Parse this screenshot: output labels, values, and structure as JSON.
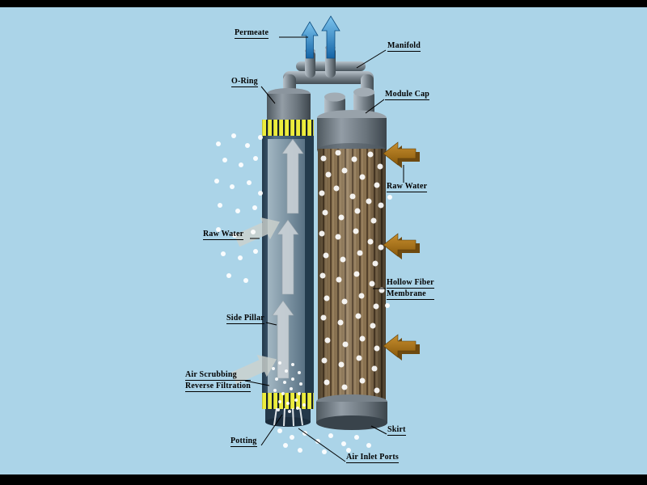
{
  "labels": {
    "permeate": "Permeate",
    "manifold": "Manifold",
    "o_ring": "O-Ring",
    "module_cap": "Module Cap",
    "raw_water_right": "Raw Water",
    "raw_water_left": "Raw Water",
    "hollow_fiber_line1": "Hollow Fiber",
    "hollow_fiber_line2": "Membrane",
    "side_pillar": "Side Pillar",
    "air_scrubbing_line1": "Air Scrubbing",
    "air_scrubbing_line2": "Reverse Filtration",
    "potting": "Potting",
    "skirt": "Skirt",
    "air_inlet_ports": "Air Inlet Ports"
  },
  "icons": {
    "permeate_arrows": "two-blue-up-block-arrows",
    "raw_water_arrows": "three-brown-left-block-arrows",
    "internal_flow_arrows": "gray-up-arrows-inside-cutaway",
    "air_bubbles": "white-dot-bubbles",
    "air_inlet_jets": "white-streaks-at-module-base"
  },
  "colors": {
    "background": "#abd4e8",
    "frame_bar": "#000000",
    "label_text": "#000000",
    "permeate_arrow": "#2f86c6",
    "raw_water_arrow": "#a66a10",
    "internal_flow_arrow": "#ccd3d8",
    "potting_band_yellow": "#ecec3c",
    "module_shell_dark": "#3a5268",
    "fiber_brown": "#8a7250",
    "cap_gray": "#7b858e",
    "bubble_white": "#ffffff"
  }
}
